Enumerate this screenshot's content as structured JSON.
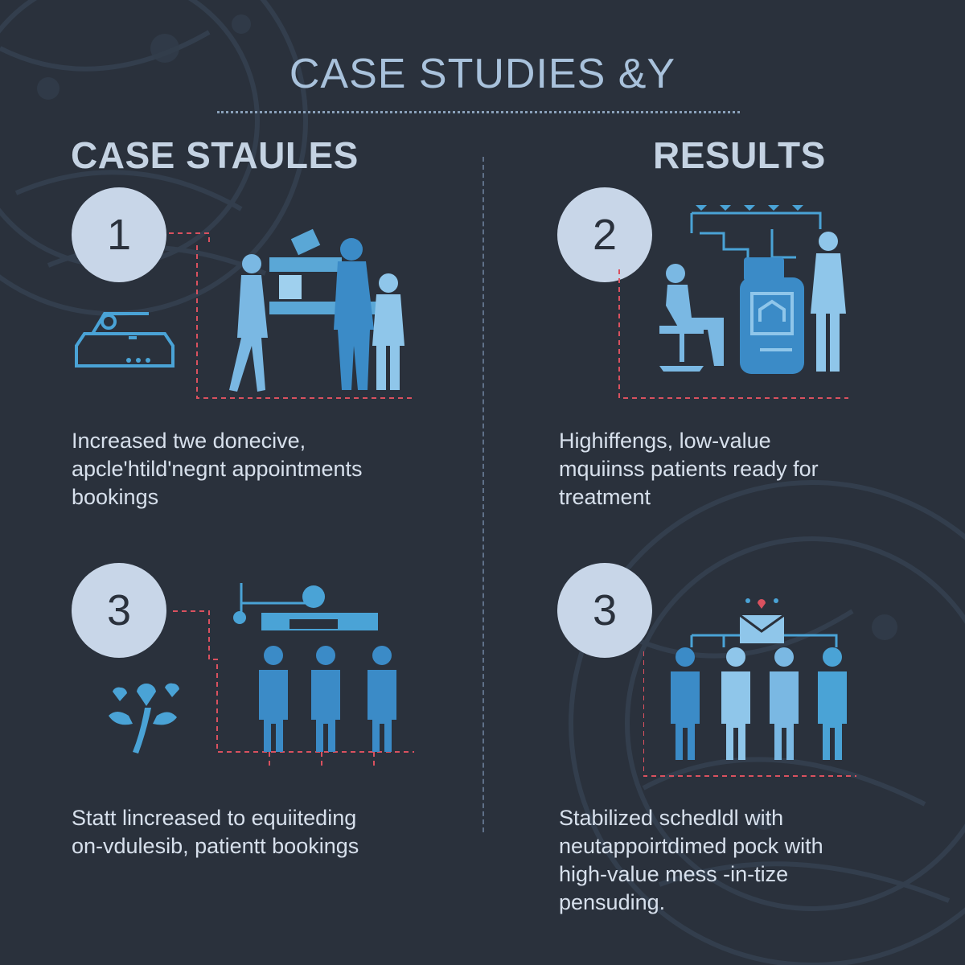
{
  "header": {
    "title": "CASE STUDIES &Y"
  },
  "columns": {
    "left_heading": "CASE STAULES",
    "right_heading": "RESULTS"
  },
  "cards": [
    {
      "number": "1",
      "text": "Increased twe donecive,\napcle'htild'negnt appointments\nbookings",
      "illustration_icon": "clinic-reception-icon"
    },
    {
      "number": "2",
      "text": "Highiffengs, low-value\nmquiinss patients ready for\ntreatment",
      "illustration_icon": "patient-device-icon"
    },
    {
      "number": "3",
      "text": "Statt lincreased to equiiteding\non-vdulesib, patientt bookings",
      "illustration_icon": "staff-team-icon"
    },
    {
      "number": "3",
      "text": "Stabilized schedldl with\nneutappoirtdimed pock with\nhigh-value mess -in-tize\npensuding.",
      "illustration_icon": "email-people-icon"
    }
  ],
  "colors": {
    "background": "#2a313c",
    "accent_blue": "#4aa3d6",
    "light_blue": "#8fc6ea",
    "badge": "#c8d6e8",
    "connector_red": "#d9515f"
  }
}
